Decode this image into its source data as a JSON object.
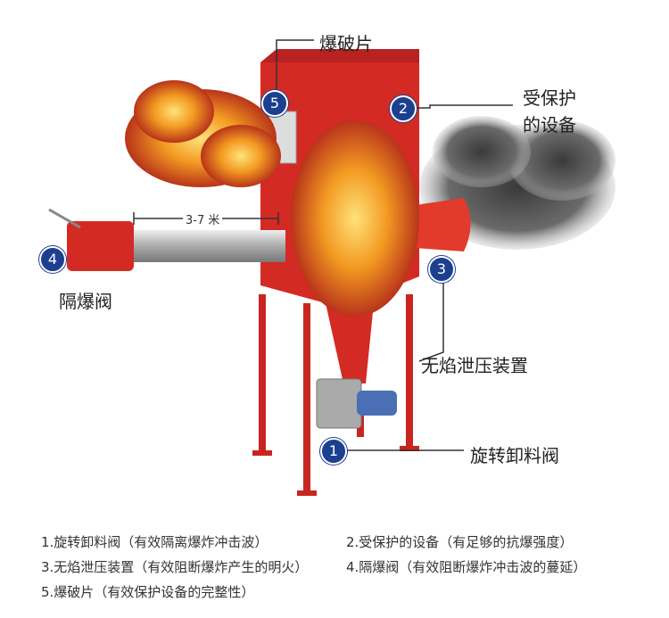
{
  "callouts": {
    "burst_disc": {
      "num": "5",
      "label": "爆破片"
    },
    "protected_equipment": {
      "num": "2",
      "label_line1": "受保护",
      "label_line2": "的设备"
    },
    "isolation_valve": {
      "num": "4",
      "label": "隔爆阀"
    },
    "flameless_vent": {
      "num": "3",
      "label": "无焰泄压装置"
    },
    "rotary_valve": {
      "num": "1",
      "label": "旋转卸料阀"
    }
  },
  "distance_label": "3-7 米",
  "legend": [
    "1.旋转卸料阀（有效隔离爆炸冲击波）",
    "2.受保护的设备（有足够的抗爆强度）",
    "3.无焰泄压装置（有效阻断爆炸产生的明火）",
    "4.隔爆阀（有效阻断爆炸冲击波的蔓延）",
    "5.爆破片（有效保护设备的完整性）"
  ],
  "colors": {
    "vessel": "#d42a24",
    "marker": "#1d3f8f",
    "fire": "#f08a1c",
    "smoke": "#4a4a4a"
  }
}
